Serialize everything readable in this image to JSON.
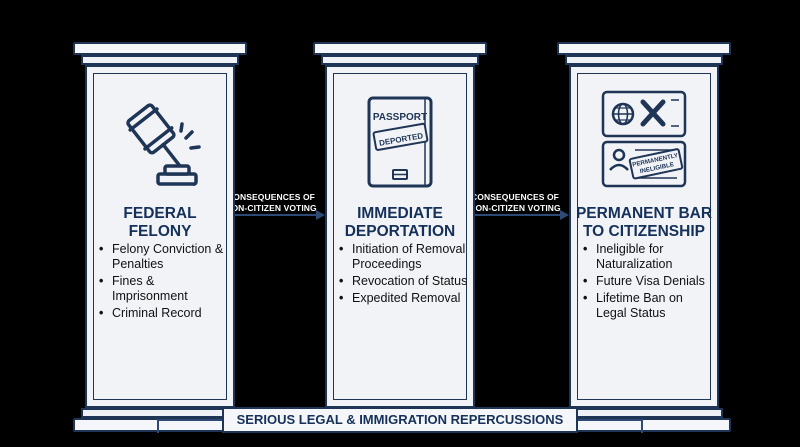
{
  "pillars": [
    {
      "title_lines": [
        "FEDERAL",
        "FELONY"
      ],
      "icon": "gavel-icon",
      "bullets": [
        "Felony Conviction & Penalties",
        "Fines & Imprisonment",
        "Criminal Record"
      ]
    },
    {
      "title_lines": [
        "IMMEDIATE",
        "DEPORTATION"
      ],
      "icon": "passport-deported-icon",
      "icon_text": {
        "passport": "PASSPORT",
        "stamp": "DEPORTED"
      },
      "bullets": [
        "Initiation of Removal Proceedings",
        "Revocation of Status",
        "Expedited Removal"
      ]
    },
    {
      "title_lines": [
        "PERMANENT BAR",
        "TO CITIZENSHIP"
      ],
      "icon": "citizenship-denied-icon",
      "icon_text": {
        "stamp_line1": "PERMANENTLY",
        "stamp_line2": "INELIGIBLE"
      },
      "bullets": [
        "Ineligible for Naturalization",
        "Future Visa Denials",
        "Lifetime Ban on Legal Status"
      ]
    }
  ],
  "arrows": [
    {
      "label_line1": "CONSEQUENCES OF",
      "label_line2": "NON-CITIZEN VOTING"
    },
    {
      "label_line1": "CONSEQUENCES OF",
      "label_line2": "NON-CITIZEN VOTING"
    }
  ],
  "banner": {
    "text": "SERIOUS LEGAL & IMMIGRATION REPERCUSSIONS"
  },
  "colors": {
    "background": "#000000",
    "navy": "#1f3556",
    "pillar": "#f1f3f7"
  }
}
